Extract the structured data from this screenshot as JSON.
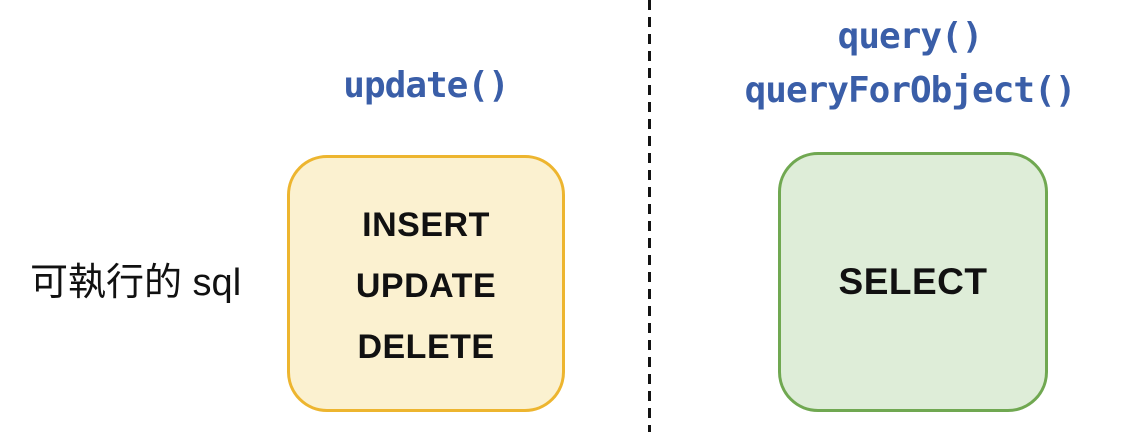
{
  "row_label": "可執行的 sql",
  "left_panel": {
    "method_label": "update()",
    "box": {
      "items": [
        "INSERT",
        "UPDATE",
        "DELETE"
      ]
    }
  },
  "right_panel": {
    "method_labels": [
      "query()",
      "queryForObject()"
    ],
    "box": {
      "items": [
        "SELECT"
      ]
    }
  },
  "colors": {
    "method_text": "#3a5ea8",
    "yellow_box_fill": "#fbf1d0",
    "yellow_box_border": "#edb52f",
    "green_box_fill": "#deedd8",
    "green_box_border": "#70a851",
    "divider": "#131313",
    "statement_text": "#111111"
  }
}
